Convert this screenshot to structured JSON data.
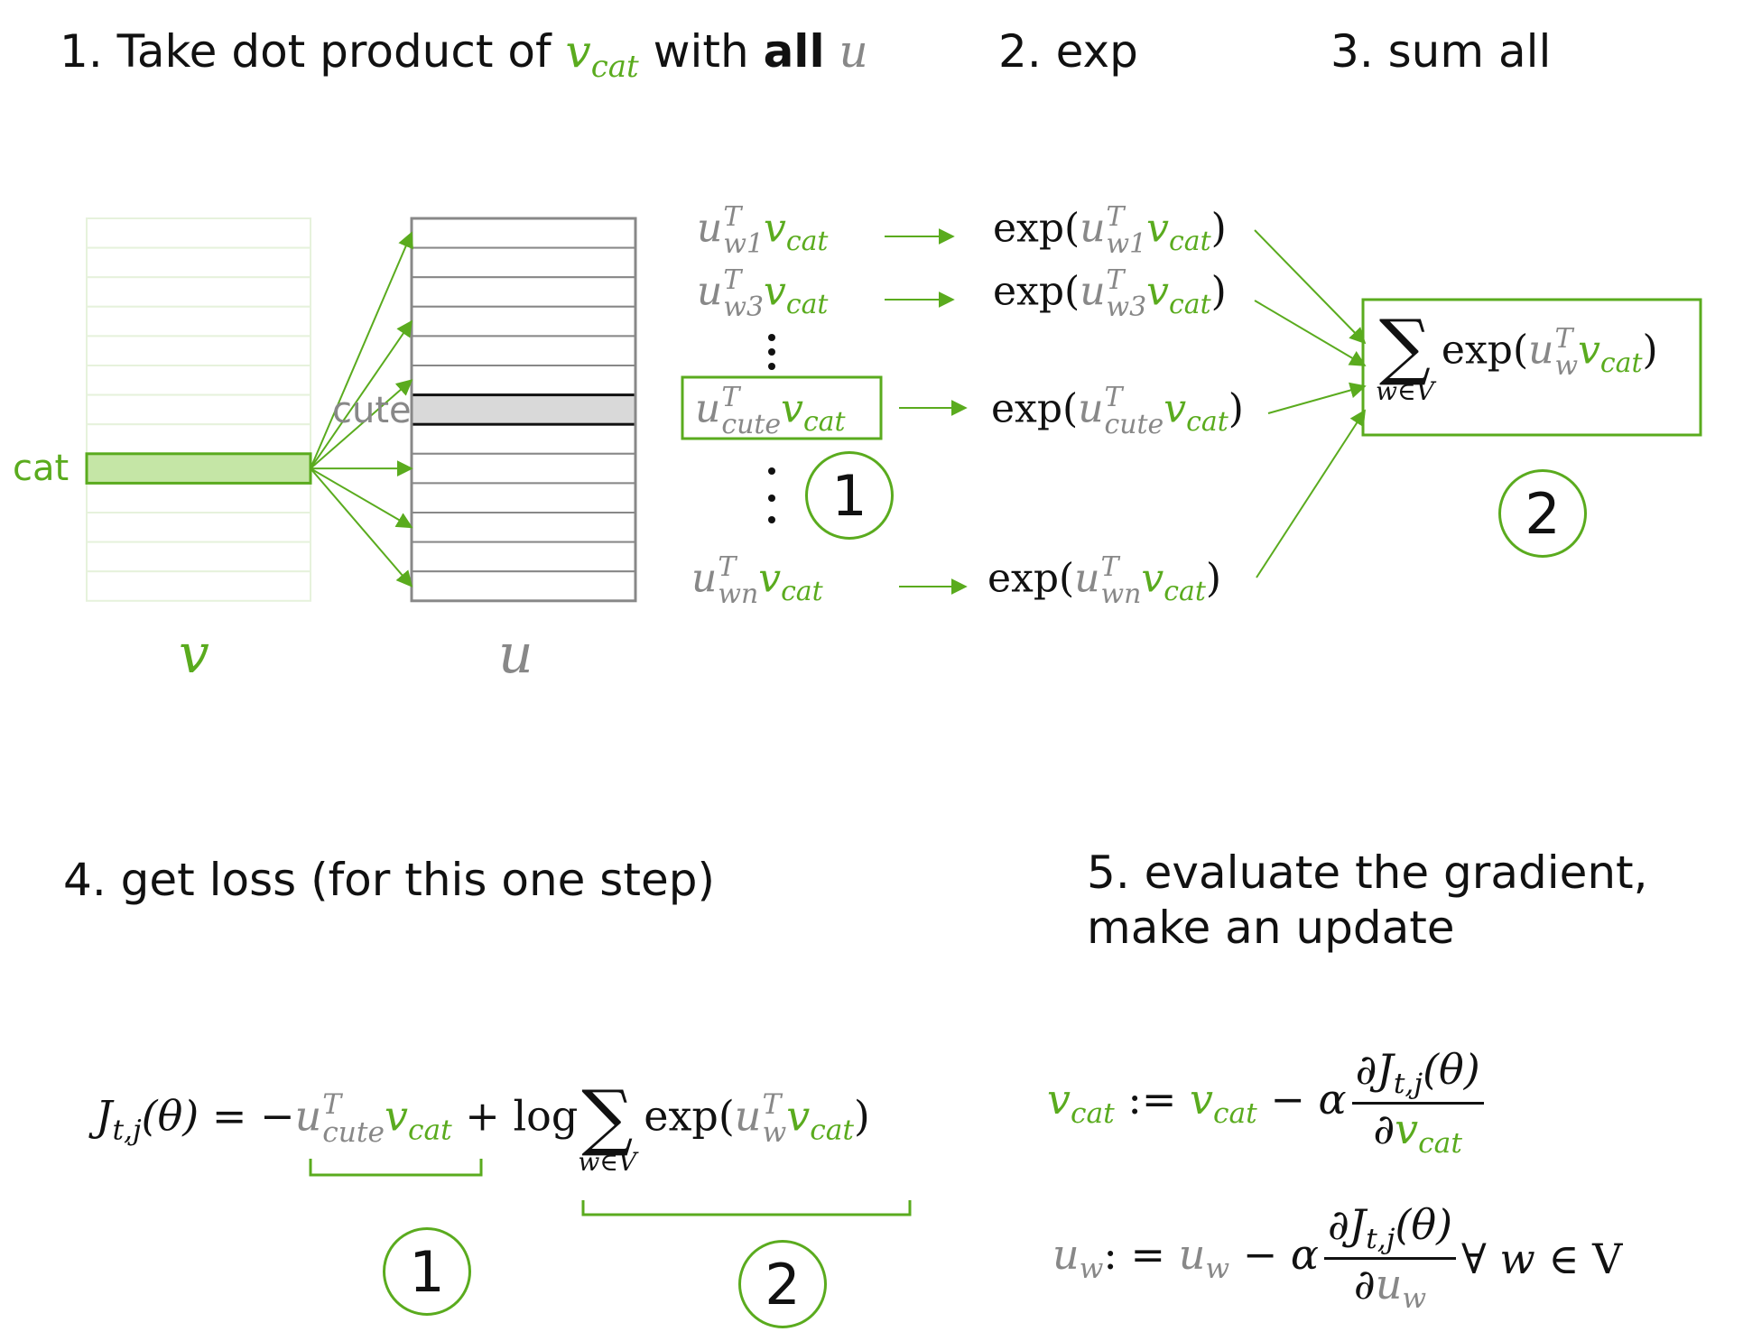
{
  "steps": {
    "s1": {
      "num": "1",
      "text": ". Take dot product of ",
      "v": "v",
      "v_sub": "cat",
      "with": " with ",
      "all": "all",
      "u": " u"
    },
    "s2": {
      "num": "2",
      "text": ". exp"
    },
    "s3": {
      "num": "3",
      "text": ". sum all"
    },
    "s4": {
      "num": "4",
      "text": ". get loss (for this one step)"
    },
    "s5": {
      "num": "5",
      "line1": ". evaluate the gradient,",
      "line2": "make an update"
    }
  },
  "matrices": {
    "v_label": "v",
    "u_label": "u",
    "cat_label": "cat",
    "cute_label": "cute",
    "v_rows": 13,
    "u_rows": 13,
    "cat_row": 8,
    "cute_row": 6
  },
  "dot_products": [
    {
      "u": "u",
      "sup": "T",
      "sub": "w1",
      "v": "v",
      "vsub": "cat"
    },
    {
      "u": "u",
      "sup": "T",
      "sub": "w3",
      "v": "v",
      "vsub": "cat"
    },
    {
      "u": "u",
      "sup": "T",
      "sub": "cute",
      "v": "v",
      "vsub": "cat"
    },
    {
      "u": "u",
      "sup": "T",
      "sub": "wn",
      "v": "v",
      "vsub": "cat"
    }
  ],
  "exp_terms": [
    {
      "f": "exp(",
      "u": "u",
      "sup": "T",
      "sub": "w1",
      "v": "v",
      "vsub": "cat",
      "close": ")"
    },
    {
      "f": "exp(",
      "u": "u",
      "sup": "T",
      "sub": "w3",
      "v": "v",
      "vsub": "cat",
      "close": ")"
    },
    {
      "f": "exp(",
      "u": "u",
      "sup": "T",
      "sub": "cute",
      "v": "v",
      "vsub": "cat",
      "close": ")"
    },
    {
      "f": "exp(",
      "u": "u",
      "sup": "T",
      "sub": "wn",
      "v": "v",
      "vsub": "cat",
      "close": ")"
    }
  ],
  "sum_box": {
    "sigma": "∑",
    "under": "w∈V",
    "f": "exp(",
    "u": "u",
    "sup": "T",
    "sub": "w",
    "v": "v",
    "vsub": "cat",
    "close": ")"
  },
  "badges": {
    "one": "1",
    "two": "2"
  },
  "loss": {
    "J": "J",
    "Jsub": "t,j",
    "theta": "(θ)",
    "eq": " = −",
    "u": "u",
    "usup": "T",
    "usub": "cute",
    "v": "v",
    "vsub": "cat",
    "plus_log": " + log ",
    "sigma": "∑",
    "under": "w∈V",
    "f": "exp(",
    "u2": "u",
    "u2sup": "T",
    "u2sub": "w",
    "v2": "v",
    "v2sub": "cat",
    "close": ")"
  },
  "update1": {
    "lhs": "v",
    "lhs_sub": "cat",
    "assign": " := ",
    "rhs": "v",
    "rhs_sub": "cat",
    "minus": " − ",
    "alpha": "α",
    "num_d": "∂",
    "num_J": "J",
    "num_sub": "t,j",
    "num_theta": "(θ)",
    "den_d": "∂",
    "den_v": "v",
    "den_sub": "cat"
  },
  "update2": {
    "lhs": "u",
    "lhs_sub": "w",
    "assign": ": = ",
    "rhs": "u",
    "rhs_sub": "w",
    "minus": " − ",
    "alpha": "α",
    "num_d": "∂",
    "num_J": "J",
    "num_sub": "t,j",
    "num_theta": "(θ)",
    "den_d": "∂",
    "den_u": "u",
    "den_sub": "w",
    "forall": " ∀ ",
    "w": "w",
    "in": " ∈ V"
  },
  "colors": {
    "green": "#5aab1e",
    "light_green": "#c5e6a6",
    "pale_green": "#e6f2dc",
    "gray": "#888888",
    "row_gray": "#d9d9d9"
  }
}
